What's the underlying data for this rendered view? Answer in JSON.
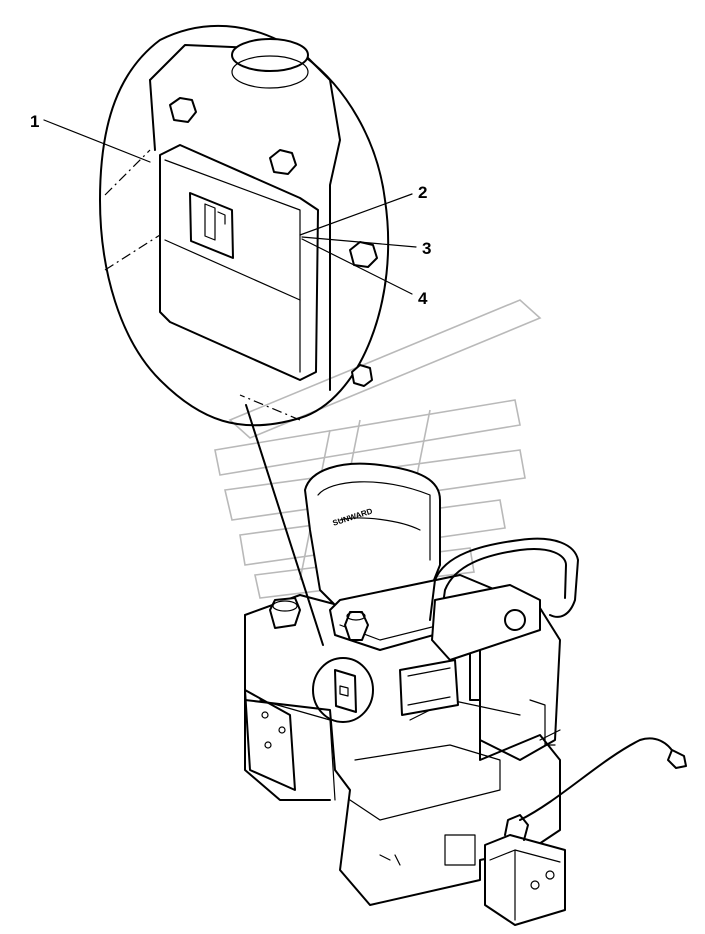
{
  "callouts": [
    {
      "id": "1",
      "label": "1"
    },
    {
      "id": "2",
      "label": "2"
    },
    {
      "id": "3",
      "label": "3"
    },
    {
      "id": "4",
      "label": "4"
    }
  ],
  "seat_brand": "SUNWARD",
  "colors": {
    "line": "#000000",
    "background": "#ffffff",
    "watermark": "#b9b9b9"
  }
}
